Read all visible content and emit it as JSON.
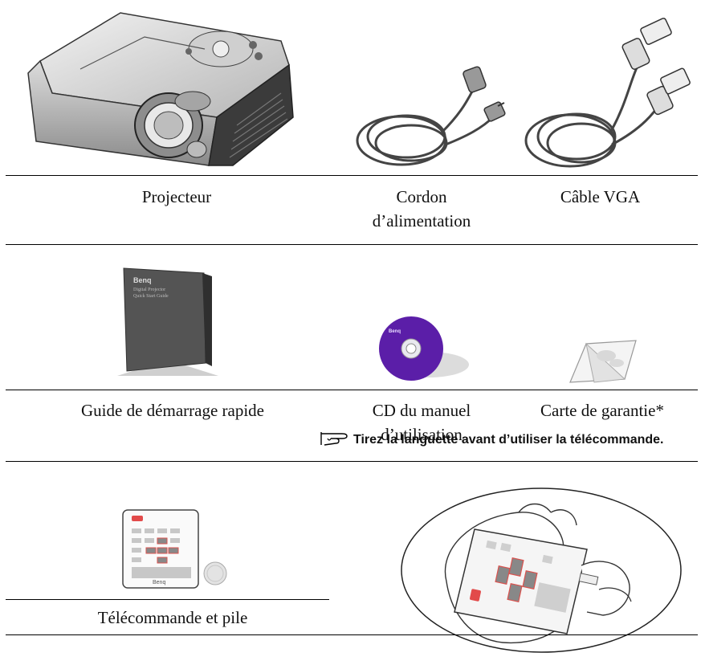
{
  "row1": {
    "projector_label": "Projecteur",
    "power_cord_label": "Cordon d’alimentation",
    "vga_label": "Câble VGA"
  },
  "row2": {
    "guide_label": "Guide de démarrage rapide",
    "cd_label": "CD du manuel d’utilisation",
    "warranty_label": "Carte de garantie*",
    "booklet_brand": "Benq",
    "booklet_title": "Digital Projector",
    "booklet_subtitle": "Quick Start Guide",
    "cd_brand": "Benq"
  },
  "row3": {
    "note": "Tirez la languette avant d’utiliser la télécommande.",
    "remote_label": "Télécommande et pile",
    "remote_brand": "Benq"
  }
}
